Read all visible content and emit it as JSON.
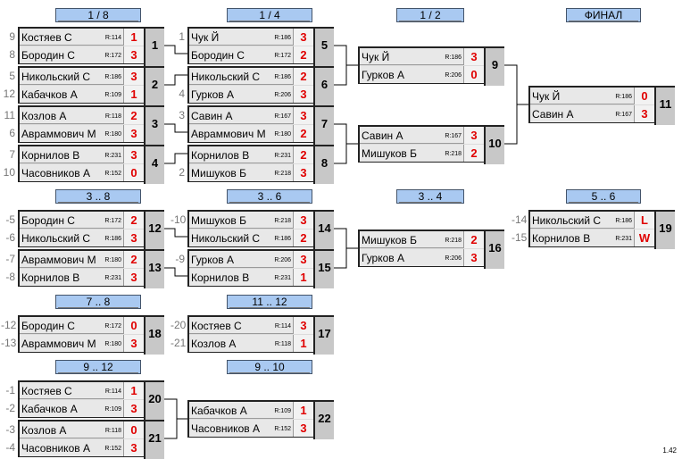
{
  "headers": [
    {
      "id": "h18",
      "label": "1 / 8"
    },
    {
      "id": "h14",
      "label": "1 / 4"
    },
    {
      "id": "h12",
      "label": "1 / 2"
    },
    {
      "id": "hf",
      "label": "ФИНАЛ"
    },
    {
      "id": "h38",
      "label": "3 .. 8"
    },
    {
      "id": "h36",
      "label": "3 .. 6"
    },
    {
      "id": "h34",
      "label": "3 .. 4"
    },
    {
      "id": "h56",
      "label": "5 .. 6"
    },
    {
      "id": "h78",
      "label": "7 .. 8"
    },
    {
      "id": "h1112",
      "label": "11 .. 12"
    },
    {
      "id": "h912",
      "label": "9 .. 12"
    },
    {
      "id": "h910",
      "label": "9 .. 10"
    }
  ],
  "matches": [
    {
      "id": "m1",
      "number": "1",
      "players": [
        {
          "seed": "9",
          "name": "Костяев С",
          "rating": "R:114",
          "score": "1"
        },
        {
          "seed": "8",
          "name": "Бородин С",
          "rating": "R:172",
          "score": "3"
        }
      ]
    },
    {
      "id": "m2",
      "number": "2",
      "players": [
        {
          "seed": "5",
          "name": "Никольский С",
          "rating": "R:186",
          "score": "3"
        },
        {
          "seed": "12",
          "name": "Кабачков А",
          "rating": "R:109",
          "score": "1"
        }
      ]
    },
    {
      "id": "m3",
      "number": "3",
      "players": [
        {
          "seed": "11",
          "name": "Козлов А",
          "rating": "R:118",
          "score": "2"
        },
        {
          "seed": "6",
          "name": "Авраммович М",
          "rating": "R:180",
          "score": "3"
        }
      ]
    },
    {
      "id": "m4",
      "number": "4",
      "players": [
        {
          "seed": "7",
          "name": "Корнилов В",
          "rating": "R:231",
          "score": "3"
        },
        {
          "seed": "10",
          "name": "Часовников А",
          "rating": "R:152",
          "score": "0"
        }
      ]
    },
    {
      "id": "m5",
      "number": "5",
      "players": [
        {
          "seed": "1",
          "name": "Чук Й",
          "rating": "R:186",
          "score": "3"
        },
        {
          "seed": "",
          "name": "Бородин С",
          "rating": "R:172",
          "score": "2"
        }
      ]
    },
    {
      "id": "m6",
      "number": "6",
      "players": [
        {
          "seed": "",
          "name": "Никольский С",
          "rating": "R:186",
          "score": "2"
        },
        {
          "seed": "4",
          "name": "Гурков А",
          "rating": "R:206",
          "score": "3"
        }
      ]
    },
    {
      "id": "m7",
      "number": "7",
      "players": [
        {
          "seed": "3",
          "name": "Савин А",
          "rating": "R:167",
          "score": "3"
        },
        {
          "seed": "",
          "name": "Авраммович М",
          "rating": "R:180",
          "score": "2"
        }
      ]
    },
    {
      "id": "m8",
      "number": "8",
      "players": [
        {
          "seed": "",
          "name": "Корнилов В",
          "rating": "R:231",
          "score": "2"
        },
        {
          "seed": "2",
          "name": "Мишуков Б",
          "rating": "R:218",
          "score": "3"
        }
      ]
    },
    {
      "id": "m9",
      "number": "9",
      "players": [
        {
          "seed": "",
          "name": "Чук Й",
          "rating": "R:186",
          "score": "3"
        },
        {
          "seed": "",
          "name": "Гурков А",
          "rating": "R:206",
          "score": "0"
        }
      ]
    },
    {
      "id": "m10",
      "number": "10",
      "players": [
        {
          "seed": "",
          "name": "Савин А",
          "rating": "R:167",
          "score": "3"
        },
        {
          "seed": "",
          "name": "Мишуков Б",
          "rating": "R:218",
          "score": "2"
        }
      ]
    },
    {
      "id": "m11",
      "number": "11",
      "players": [
        {
          "seed": "",
          "name": "Чук Й",
          "rating": "R:186",
          "score": "0"
        },
        {
          "seed": "",
          "name": "Савин А",
          "rating": "R:167",
          "score": "3"
        }
      ]
    },
    {
      "id": "m12",
      "number": "12",
      "players": [
        {
          "seed": "-5",
          "name": "Бородин С",
          "rating": "R:172",
          "score": "2"
        },
        {
          "seed": "-6",
          "name": "Никольский С",
          "rating": "R:186",
          "score": "3"
        }
      ]
    },
    {
      "id": "m13",
      "number": "13",
      "players": [
        {
          "seed": "-7",
          "name": "Авраммович М",
          "rating": "R:180",
          "score": "2"
        },
        {
          "seed": "-8",
          "name": "Корнилов В",
          "rating": "R:231",
          "score": "3"
        }
      ]
    },
    {
      "id": "m14",
      "number": "14",
      "players": [
        {
          "seed": "-10",
          "name": "Мишуков Б",
          "rating": "R:218",
          "score": "3"
        },
        {
          "seed": "",
          "name": "Никольский С",
          "rating": "R:186",
          "score": "2"
        }
      ]
    },
    {
      "id": "m15",
      "number": "15",
      "players": [
        {
          "seed": "-9",
          "name": "Гурков А",
          "rating": "R:206",
          "score": "3"
        },
        {
          "seed": "",
          "name": "Корнилов В",
          "rating": "R:231",
          "score": "1"
        }
      ]
    },
    {
      "id": "m16",
      "number": "16",
      "players": [
        {
          "seed": "",
          "name": "Мишуков Б",
          "rating": "R:218",
          "score": "2"
        },
        {
          "seed": "",
          "name": "Гурков А",
          "rating": "R:206",
          "score": "3"
        }
      ]
    },
    {
      "id": "m17",
      "number": "17",
      "players": [
        {
          "seed": "-20",
          "name": "Костяев С",
          "rating": "R:114",
          "score": "3"
        },
        {
          "seed": "-21",
          "name": "Козлов А",
          "rating": "R:118",
          "score": "1"
        }
      ]
    },
    {
      "id": "m18",
      "number": "18",
      "players": [
        {
          "seed": "-12",
          "name": "Бородин С",
          "rating": "R:172",
          "score": "0"
        },
        {
          "seed": "-13",
          "name": "Авраммович М",
          "rating": "R:180",
          "score": "3"
        }
      ]
    },
    {
      "id": "m19",
      "number": "19",
      "players": [
        {
          "seed": "-14",
          "name": "Никольский С",
          "rating": "R:186",
          "score": "L"
        },
        {
          "seed": "-15",
          "name": "Корнилов В",
          "rating": "R:231",
          "score": "W"
        }
      ]
    },
    {
      "id": "m20",
      "number": "20",
      "players": [
        {
          "seed": "-1",
          "name": "Костяев С",
          "rating": "R:114",
          "score": "1"
        },
        {
          "seed": "-2",
          "name": "Кабачков А",
          "rating": "R:109",
          "score": "3"
        }
      ]
    },
    {
      "id": "m21",
      "number": "21",
      "players": [
        {
          "seed": "-3",
          "name": "Козлов А",
          "rating": "R:118",
          "score": "0"
        },
        {
          "seed": "-4",
          "name": "Часовников А",
          "rating": "R:152",
          "score": "3"
        }
      ]
    },
    {
      "id": "m22",
      "number": "22",
      "players": [
        {
          "seed": "",
          "name": "Кабачков А",
          "rating": "R:109",
          "score": "1"
        },
        {
          "seed": "",
          "name": "Часовников А",
          "rating": "R:152",
          "score": "3"
        }
      ]
    }
  ],
  "version": "1.42"
}
